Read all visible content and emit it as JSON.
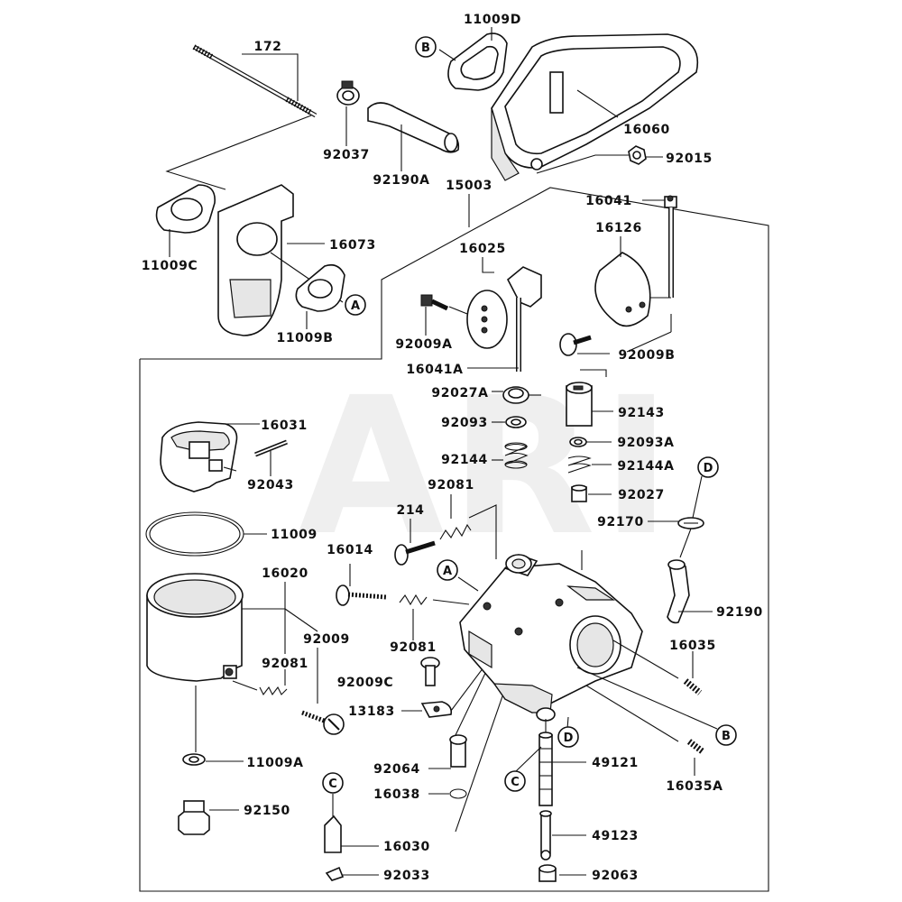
{
  "watermark": "ARI",
  "assembly_label": "15003",
  "part_labels": {
    "p172": "172",
    "p11009D": "11009D",
    "p16060": "16060",
    "p92015": "92015",
    "p92037": "92037",
    "p92190A": "92190A",
    "p11009C": "11009C",
    "p16073": "16073",
    "p11009B": "11009B",
    "p16041": "16041",
    "p16126": "16126",
    "p16025": "16025",
    "p92009A": "92009A",
    "p16041A": "16041A",
    "p92009B": "92009B",
    "p92027A": "92027A",
    "p92143": "92143",
    "p92093": "92093",
    "p92093A": "92093A",
    "p92144": "92144",
    "p92144A": "92144A",
    "p92027": "92027",
    "p16031": "16031",
    "p92043": "92043",
    "p92081a": "92081",
    "p214": "214",
    "p92170": "92170",
    "p11009": "11009",
    "p16014": "16014",
    "p16020": "16020",
    "p92009": "92009",
    "p92190": "92190",
    "p92081b": "92081",
    "p16035": "16035",
    "p92081c": "92081",
    "p92009C": "92009C",
    "p13183": "13183",
    "p11009A": "11009A",
    "p92064": "92064",
    "p49121": "49121",
    "p16038": "16038",
    "p16035A": "16035A",
    "p92150": "92150",
    "p49123": "49123",
    "p16030": "16030",
    "p92033": "92033",
    "p92063": "92063"
  },
  "reference_markers": {
    "ref_b_top": "B",
    "ref_a_gasket": "A",
    "ref_a_body": "A",
    "ref_d_top": "D",
    "ref_b_right": "B",
    "ref_d_lower": "D",
    "ref_c_left": "C",
    "ref_c_center": "C"
  }
}
